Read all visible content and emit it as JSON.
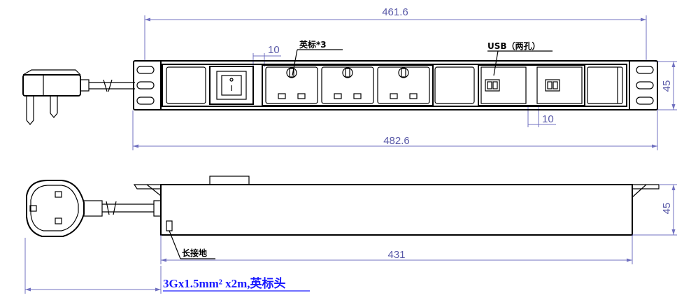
{
  "dimensions": {
    "top_overall_width": "461.6",
    "flange_width": "482.6",
    "height_top_view": "45",
    "height_side_view": "45",
    "length_side_view": "431",
    "offset_left": "10",
    "offset_right": "10"
  },
  "annotations": {
    "uk_sockets": "英标*3",
    "usb_ports": "USB（两孔）",
    "ground_label": "长接地",
    "cable_spec": "3Gx1.5mm² x2m,英标头"
  },
  "components": {
    "socket_count": 3,
    "usb_modules": 2,
    "blank_modules": 3,
    "switch_count": 1
  }
}
